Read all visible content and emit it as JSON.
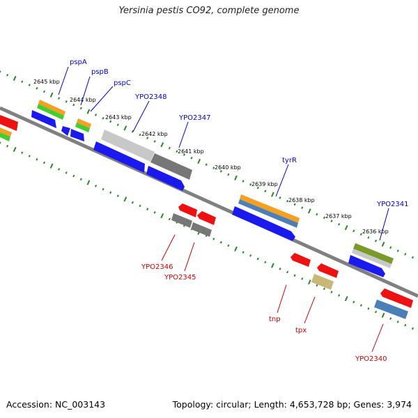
{
  "title": "Yersinia pestis CO92, complete genome",
  "footer": {
    "accession": "Accession: NC_003143",
    "topology": "Topology: circular; Length: 4,653,728 bp; Genes: 3,974"
  },
  "colors": {
    "backbone": "#808080",
    "tick": "#228B22",
    "forward_label": "#0000CC",
    "reverse_label": "#CC0000",
    "cds_blue": "#1a1aee",
    "cds_red": "#ee1111",
    "orange": "#f5a020",
    "green": "#44cc33",
    "gray_light": "#c8c8c8",
    "gray_dark": "#777777",
    "steel": "#4a7fb8",
    "olive": "#7a9a2a",
    "khaki": "#c8b878"
  },
  "ruler_labels": [
    {
      "text": "2645 kbp"
    },
    {
      "text": "2644 kbp"
    },
    {
      "text": "2643 kbp"
    },
    {
      "text": "2642 kbp"
    },
    {
      "text": "2641 kbp"
    },
    {
      "text": "2640 kbp"
    },
    {
      "text": "2639 kbp"
    },
    {
      "text": "2638 kbp"
    },
    {
      "text": "2637 kbp"
    },
    {
      "text": "2636 kbp"
    }
  ],
  "forward_labels": [
    "pspA",
    "pspB",
    "pspC",
    "YPO2348",
    "YPO2347",
    "tyrR",
    "YPO2341"
  ],
  "reverse_labels": [
    "YPO2346",
    "YPO2345",
    "tnp",
    "tpx",
    "YPO2340"
  ]
}
